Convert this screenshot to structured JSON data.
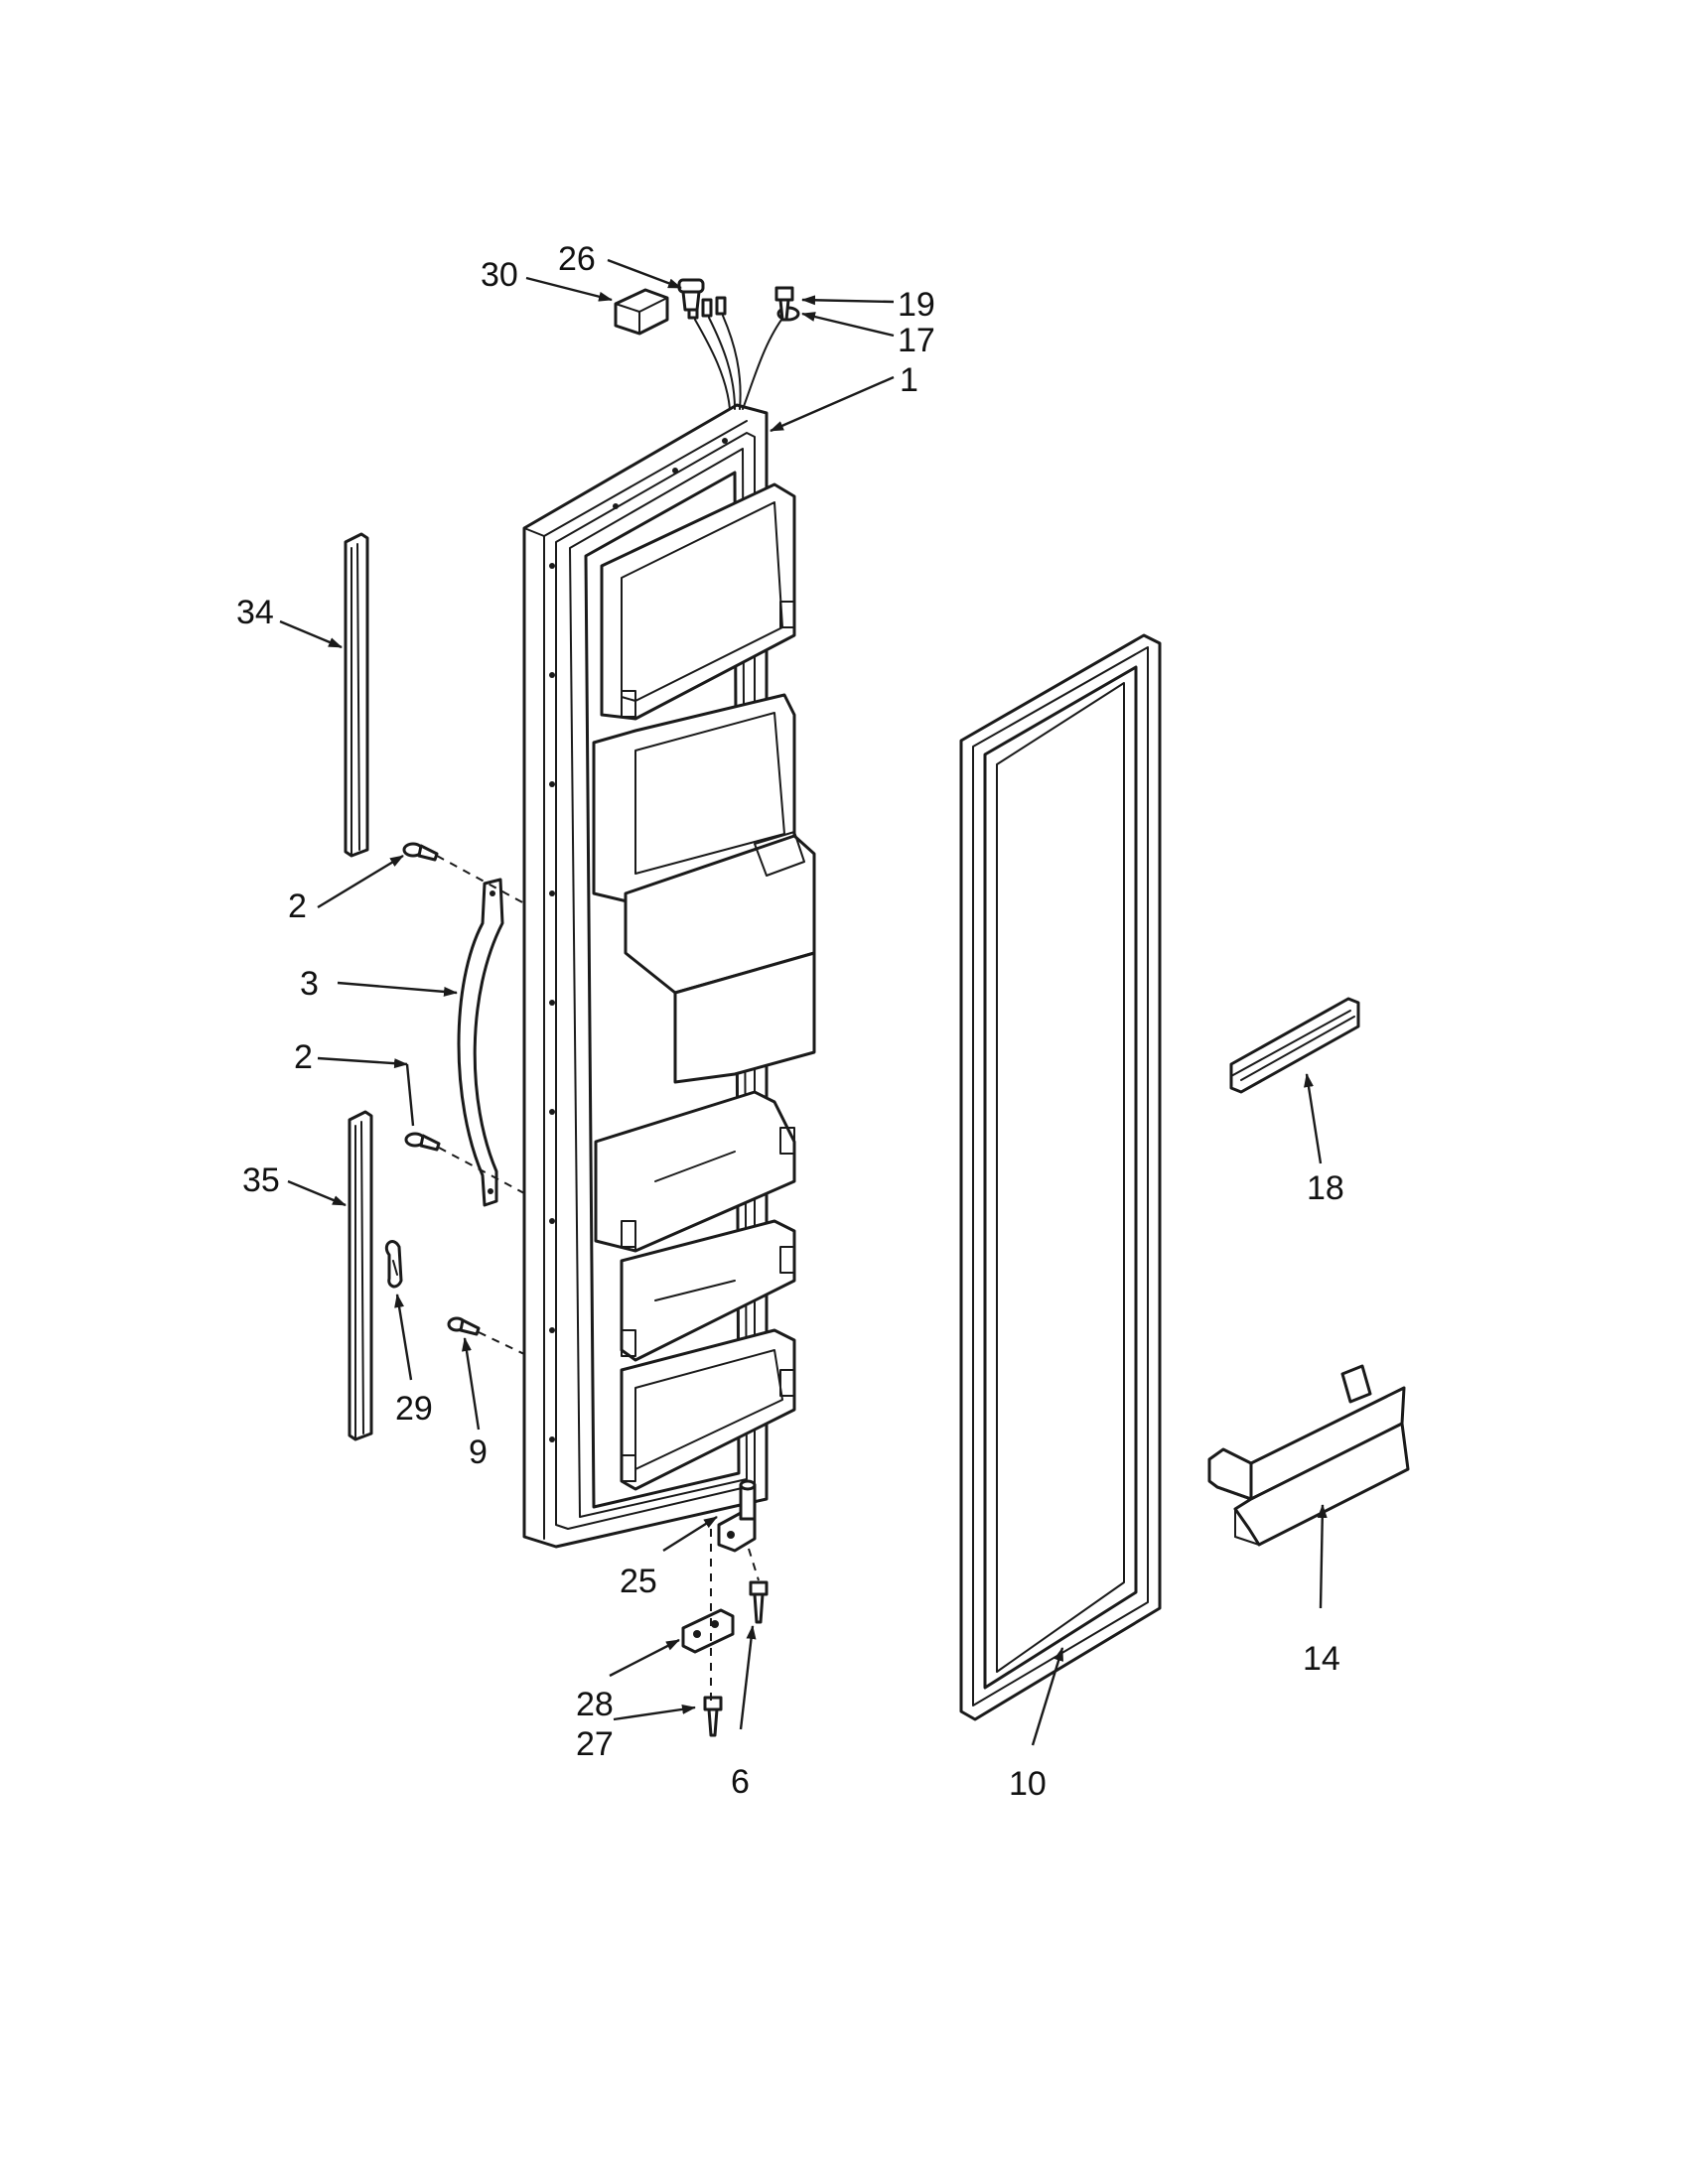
{
  "diagram": {
    "callouts": {
      "c30": "30",
      "c26": "26",
      "c19": "19",
      "c17": "17",
      "c1": "1",
      "c34": "34",
      "c2a": "2",
      "c3": "3",
      "c2b": "2",
      "c35": "35",
      "c29": "29",
      "c9": "9",
      "c18": "18",
      "c25": "25",
      "c28": "28",
      "c27": "27",
      "c6": "6",
      "c10": "10",
      "c14": "14"
    }
  }
}
